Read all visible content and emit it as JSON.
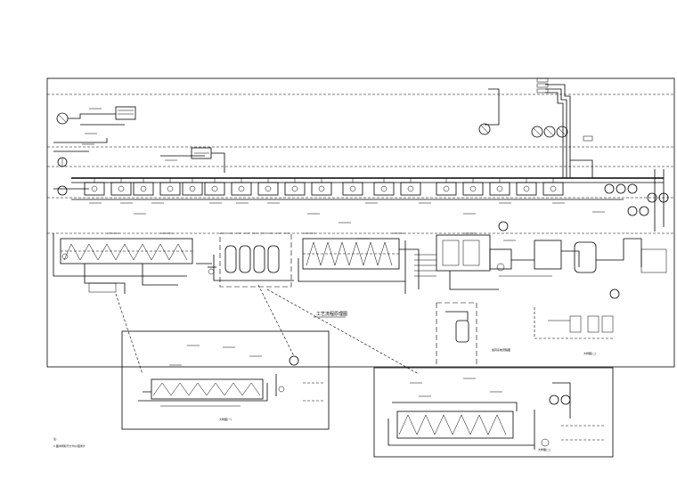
{
  "title_strip": "工艺流程图",
  "note": {
    "header": "注:",
    "line1": "1.图中所标尺寸均以毫米计"
  },
  "main_caption": "工艺流程原理图",
  "detail_left_caption": "大样图(一)",
  "detail_right_caption": "大样图(二)",
  "sub_caption": "加药系统流程图"
}
